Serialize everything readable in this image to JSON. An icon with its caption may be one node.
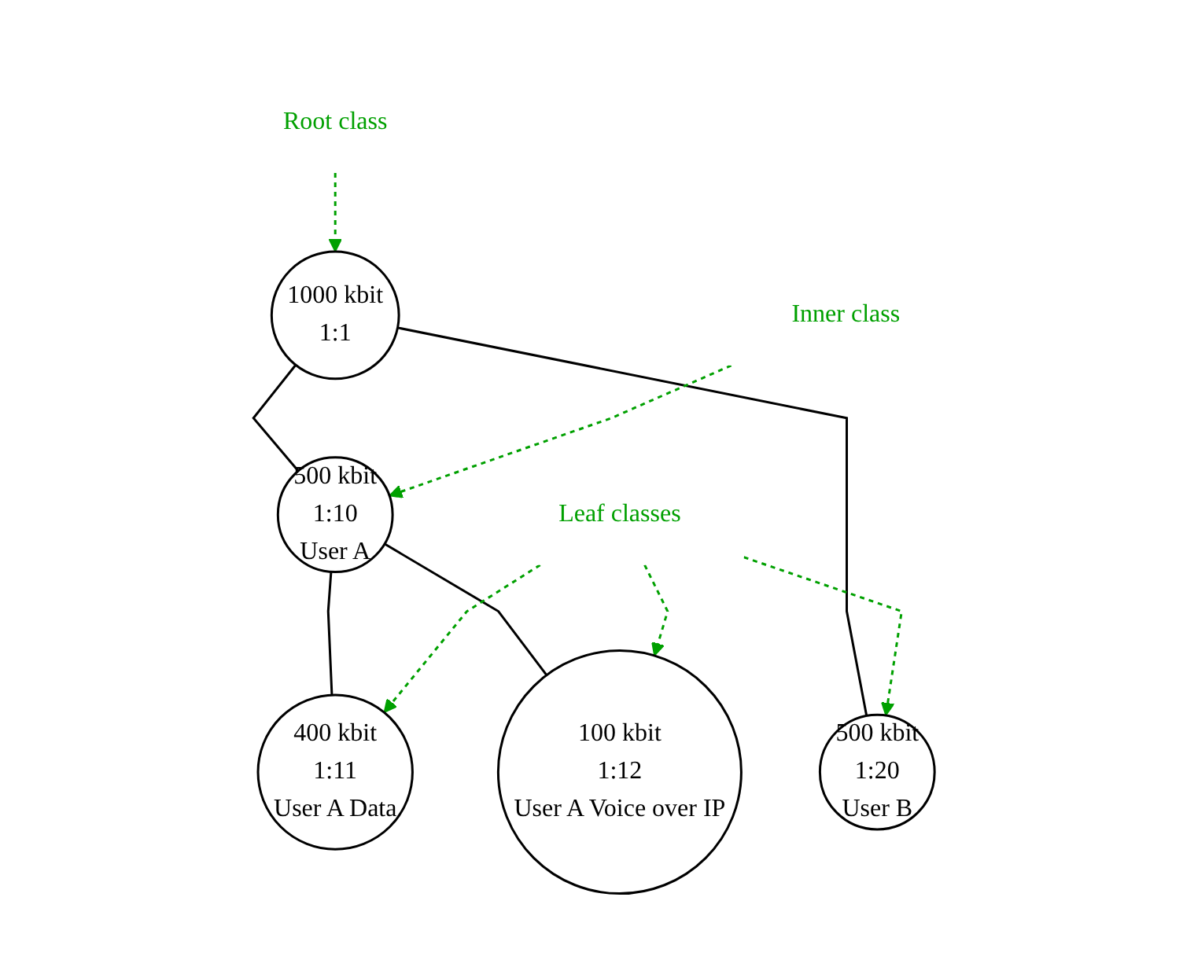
{
  "diagram": {
    "nodes": [
      {
        "text": [
          "1000 kbit",
          "1:1"
        ]
      },
      {
        "text": [
          "500 kbit",
          "1:10",
          "User A"
        ]
      },
      {
        "text": [
          "500 kbit",
          "1:20",
          "User B"
        ]
      },
      {
        "text": [
          "400 kbit",
          "1:11",
          "User A Data"
        ]
      },
      {
        "text": [
          "100 kbit",
          "1:12",
          "User A Voice over IP"
        ]
      },
      {
        "text": [
          "Root class"
        ]
      },
      {
        "text": [
          "Inner class"
        ]
      },
      {
        "text": [
          "Leaf classes"
        ]
      }
    ],
    "edges": [
      {
        "from": 0,
        "to": 1,
        "arrow": "none",
        "color": "#000000"
      },
      {
        "from": 0,
        "to": 2,
        "arrow": "none",
        "color": "#000000"
      },
      {
        "from": 1,
        "to": 3,
        "arrow": "none",
        "color": "#000000"
      },
      {
        "from": 1,
        "to": 4,
        "arrow": "none",
        "color": "#000000"
      },
      {
        "from": 5,
        "to": 0,
        "arrow": "to",
        "style": "dashed",
        "color": "#00a000"
      },
      {
        "from": 6,
        "to": 1,
        "arrow": "to",
        "style": "dashed",
        "color": "#00a000"
      },
      {
        "from": 7,
        "to": 2,
        "arrow": "to",
        "style": "dashed",
        "color": "#00a000"
      },
      {
        "from": 7,
        "to": 4,
        "arrow": "to",
        "style": "dashed",
        "color": "#00a000"
      },
      {
        "from": 7,
        "to": 3,
        "arrow": "to",
        "style": "dashed",
        "color": "#00a000"
      }
    ]
  }
}
